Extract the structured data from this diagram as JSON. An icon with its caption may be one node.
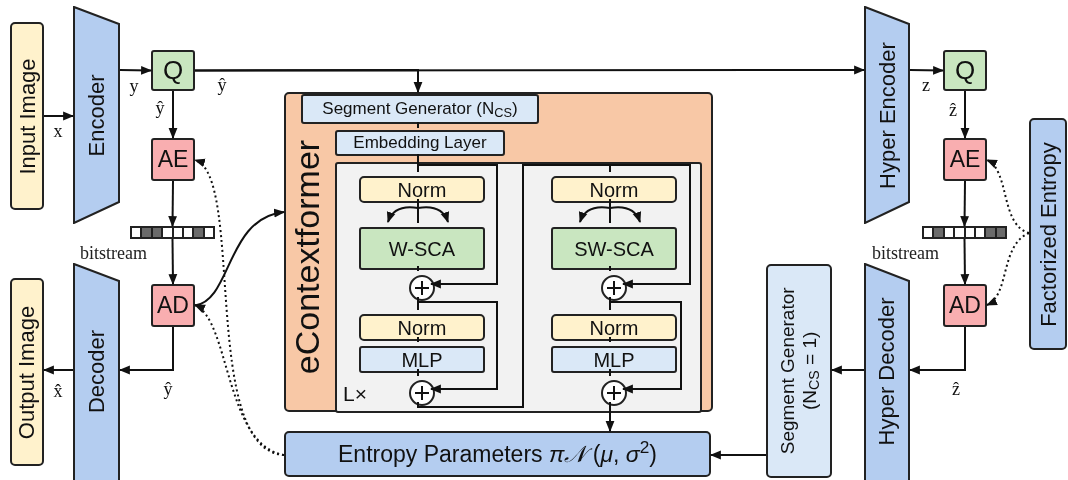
{
  "diagram": {
    "nodes": [
      {
        "text": [
          "Input Image"
        ]
      },
      {
        "text": [
          "Encoder"
        ]
      },
      {
        "text": [
          "Q"
        ]
      },
      {
        "text": [
          "AE"
        ]
      },
      {
        "text": [],
        "shape": "bar",
        "beside": [
          "bitstream"
        ]
      },
      {
        "text": [
          "AD"
        ]
      },
      {
        "text": [
          "Output Image"
        ]
      },
      {
        "text": [
          "Decoder"
        ]
      },
      {
        "text": [
          "eContextformer"
        ]
      },
      {
        "text": [
          "Segment Generator (N$_{CS}$)"
        ],
        "in": 8
      },
      {
        "text": [
          "Embedding Layer"
        ],
        "in": 8
      },
      {
        "text": [
          "L×"
        ],
        "in": 8
      },
      {
        "text": [
          "Norm"
        ],
        "in": 11
      },
      {
        "text": [
          "W-SCA"
        ],
        "in": 11
      },
      {
        "text": [],
        "shape": "circle",
        "in": 11
      },
      {
        "text": [
          "Norm"
        ],
        "in": 11
      },
      {
        "text": [
          "MLP"
        ],
        "in": 11
      },
      {
        "text": [],
        "shape": "circle",
        "in": 11
      },
      {
        "text": [
          "Norm"
        ],
        "in": 11
      },
      {
        "text": [
          "SW-SCA"
        ],
        "in": 11
      },
      {
        "text": [],
        "shape": "circle",
        "in": 11
      },
      {
        "text": [
          "Norm"
        ],
        "in": 11
      },
      {
        "text": [
          "MLP"
        ],
        "in": 11
      },
      {
        "text": [],
        "shape": "circle",
        "in": 11
      },
      {
        "text": [
          "Entropy Parameters *π𝒩* (*μ*, *σ*$^{2}$)"
        ]
      },
      {
        "text": [
          "Hyper Encoder"
        ]
      },
      {
        "text": [
          "Q"
        ]
      },
      {
        "text": [
          "AE"
        ]
      },
      {
        "text": [],
        "shape": "bar",
        "beside": [
          "bitstream"
        ]
      },
      {
        "text": [
          "AD"
        ]
      },
      {
        "text": [
          "Factorized Entropy"
        ]
      },
      {
        "text": [
          "Hyper Decoder"
        ]
      },
      {
        "text": [
          "Segment Generator (N$_{CS}$ = 1)"
        ]
      }
    ],
    "edges": [
      {
        "from": 0,
        "to": 1,
        "arrow": "to",
        "label": "x"
      },
      {
        "from": 1,
        "to": 2,
        "arrow": "to",
        "label": "y"
      },
      {
        "from": 2,
        "to": 3,
        "arrow": "to",
        "label": "ŷ"
      },
      {
        "from": 3,
        "to": 4,
        "arrow": "to"
      },
      {
        "from": 4,
        "to": 5,
        "arrow": "to"
      },
      {
        "from": 5,
        "to": 7,
        "arrow": "to",
        "label": "ŷ"
      },
      {
        "from": 7,
        "to": 6,
        "arrow": "to",
        "label": "x̂"
      },
      {
        "from": 2,
        "to": 25,
        "arrow": "to",
        "label": "ŷ"
      },
      {
        "from": 2,
        "to": 9,
        "arrow": "to"
      },
      {
        "from": 5,
        "to": 8,
        "arrow": "to"
      },
      {
        "from": 24,
        "to": 3,
        "arrow": "to",
        "style": "dashed"
      },
      {
        "from": 24,
        "to": 5,
        "arrow": "to",
        "style": "dashed"
      },
      {
        "from": 25,
        "to": 26,
        "arrow": "to",
        "label": "z"
      },
      {
        "from": 26,
        "to": 27,
        "arrow": "to",
        "label": "ẑ"
      },
      {
        "from": 27,
        "to": 28,
        "arrow": "to"
      },
      {
        "from": 28,
        "to": 29,
        "arrow": "to"
      },
      {
        "from": 29,
        "to": 31,
        "arrow": "to",
        "label": "ẑ"
      },
      {
        "from": 31,
        "to": 32,
        "arrow": "to"
      },
      {
        "from": 32,
        "to": 24,
        "arrow": "to"
      },
      {
        "from": 30,
        "to": 27,
        "arrow": "to",
        "style": "dashed"
      },
      {
        "from": 30,
        "to": 29,
        "arrow": "to",
        "style": "dashed"
      },
      {
        "from": 9,
        "to": 10,
        "arrow": "none"
      },
      {
        "from": 10,
        "to": 12,
        "arrow": "none"
      },
      {
        "from": 12,
        "to": 13,
        "arrow": "none"
      },
      {
        "from": 13,
        "to": 14,
        "arrow": "none"
      },
      {
        "from": 10,
        "to": 14,
        "arrow": "to"
      },
      {
        "from": 14,
        "to": 15,
        "arrow": "none"
      },
      {
        "from": 15,
        "to": 16,
        "arrow": "none"
      },
      {
        "from": 16,
        "to": 17,
        "arrow": "none"
      },
      {
        "from": 14,
        "to": 17,
        "arrow": "to"
      },
      {
        "from": 17,
        "to": 18,
        "arrow": "none"
      },
      {
        "from": 17,
        "to": 20,
        "arrow": "to"
      },
      {
        "from": 18,
        "to": 19,
        "arrow": "none"
      },
      {
        "from": 19,
        "to": 20,
        "arrow": "none"
      },
      {
        "from": 20,
        "to": 21,
        "arrow": "none"
      },
      {
        "from": 21,
        "to": 22,
        "arrow": "none"
      },
      {
        "from": 22,
        "to": 23,
        "arrow": "none"
      },
      {
        "from": 20,
        "to": 23,
        "arrow": "to"
      },
      {
        "from": 23,
        "to": 24,
        "arrow": "to"
      }
    ]
  }
}
